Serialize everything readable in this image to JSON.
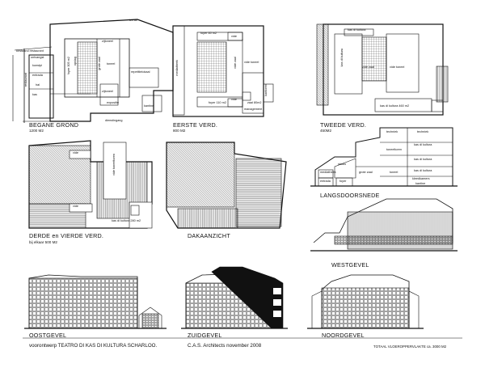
{
  "plans": {
    "begane_grond": {
      "title": "BEGANE GROND",
      "area": "1200 M2",
      "labels": {
        "ontvangst": "ontvangst",
        "kunstpi": "kunstpi",
        "entrada": "entrada",
        "hal": "hal",
        "kas": "kas",
        "restaurant": "restaurant",
        "foyer": "foyer 305 m2",
        "opslag": "opslag",
        "zijtoneel1": "zijtoneel",
        "grote_zaal": "grote zaal",
        "toneel": "toneel",
        "repetitie": "repetitielokaal",
        "zijtoneel2": "zijtoneel",
        "expositie": "expositie",
        "kantine": "kantine",
        "dienstingang": "dienstingang",
        "terras": "terras",
        "ingang_hoek": "bestaand restaurant"
      }
    },
    "eerste_verd": {
      "title": "EERSTE VERD.",
      "area": "800 M2",
      "labels": {
        "foyer_top": "foyer 60 m2",
        "vide1": "vide",
        "mediatheek": "mediatheek",
        "vide_zaal": "vide zaal",
        "vide_toneel": "vide toneel",
        "kantoren": "kantoren",
        "foyer_bottom": "foyer 110 m2",
        "vide2": "vide",
        "zaal": "zaal 80m2",
        "management": "management"
      }
    },
    "tweede_verd": {
      "title": "TWEEDE VERD.",
      "area": "450M2",
      "labels": {
        "kas_top": "kas di kultura",
        "vide_zaal": "vide zaal",
        "vide_toneel": "vide toneel",
        "kas_left": "kas di kultura",
        "kas_bottom": "kas di kultura 460 m2"
      }
    },
    "derde_vierde": {
      "title": "DERDE en VIERDE VERD.",
      "note": "bij elkaar 500 M2",
      "labels": {
        "vide1": "vide",
        "vide_toneel": "vide toneeltoren",
        "vide2": "vide",
        "kas": "kas di kultura 280 m2"
      }
    },
    "dak": {
      "title": "DAKAANZICHT"
    },
    "doorsnede": {
      "title": "LANGSDOORSNEDE",
      "labels": {
        "techniek1": "techniek",
        "techniek2": "techniek",
        "kas1": "kas di kultura",
        "toneeltoren": "toneeltoren",
        "kas2": "kas di kultura",
        "kas3": "kas di kultura",
        "studio": "studio",
        "grote_zaal": "grote zaal",
        "toneel": "toneel",
        "kleedkamers": "kleedkamers",
        "mediatheek": "mediatheek",
        "entrada": "entrada",
        "foyer": "foyer",
        "kantine": "kantine"
      }
    }
  },
  "elevations": {
    "west": "WESTGEVEL",
    "oost": "OOSTGEVEL",
    "zuid": "ZUIDGEVEL",
    "noord": "NOORDGEVEL"
  },
  "footer": {
    "project": "voorontwerp TEATRO DI KAS DI KULTURA  SCHARLOO.",
    "architect": "C.A.S. Architects november 2008",
    "total": "TOTAAL VLOEROPPERVLAKTE ca. 3000 M2"
  }
}
